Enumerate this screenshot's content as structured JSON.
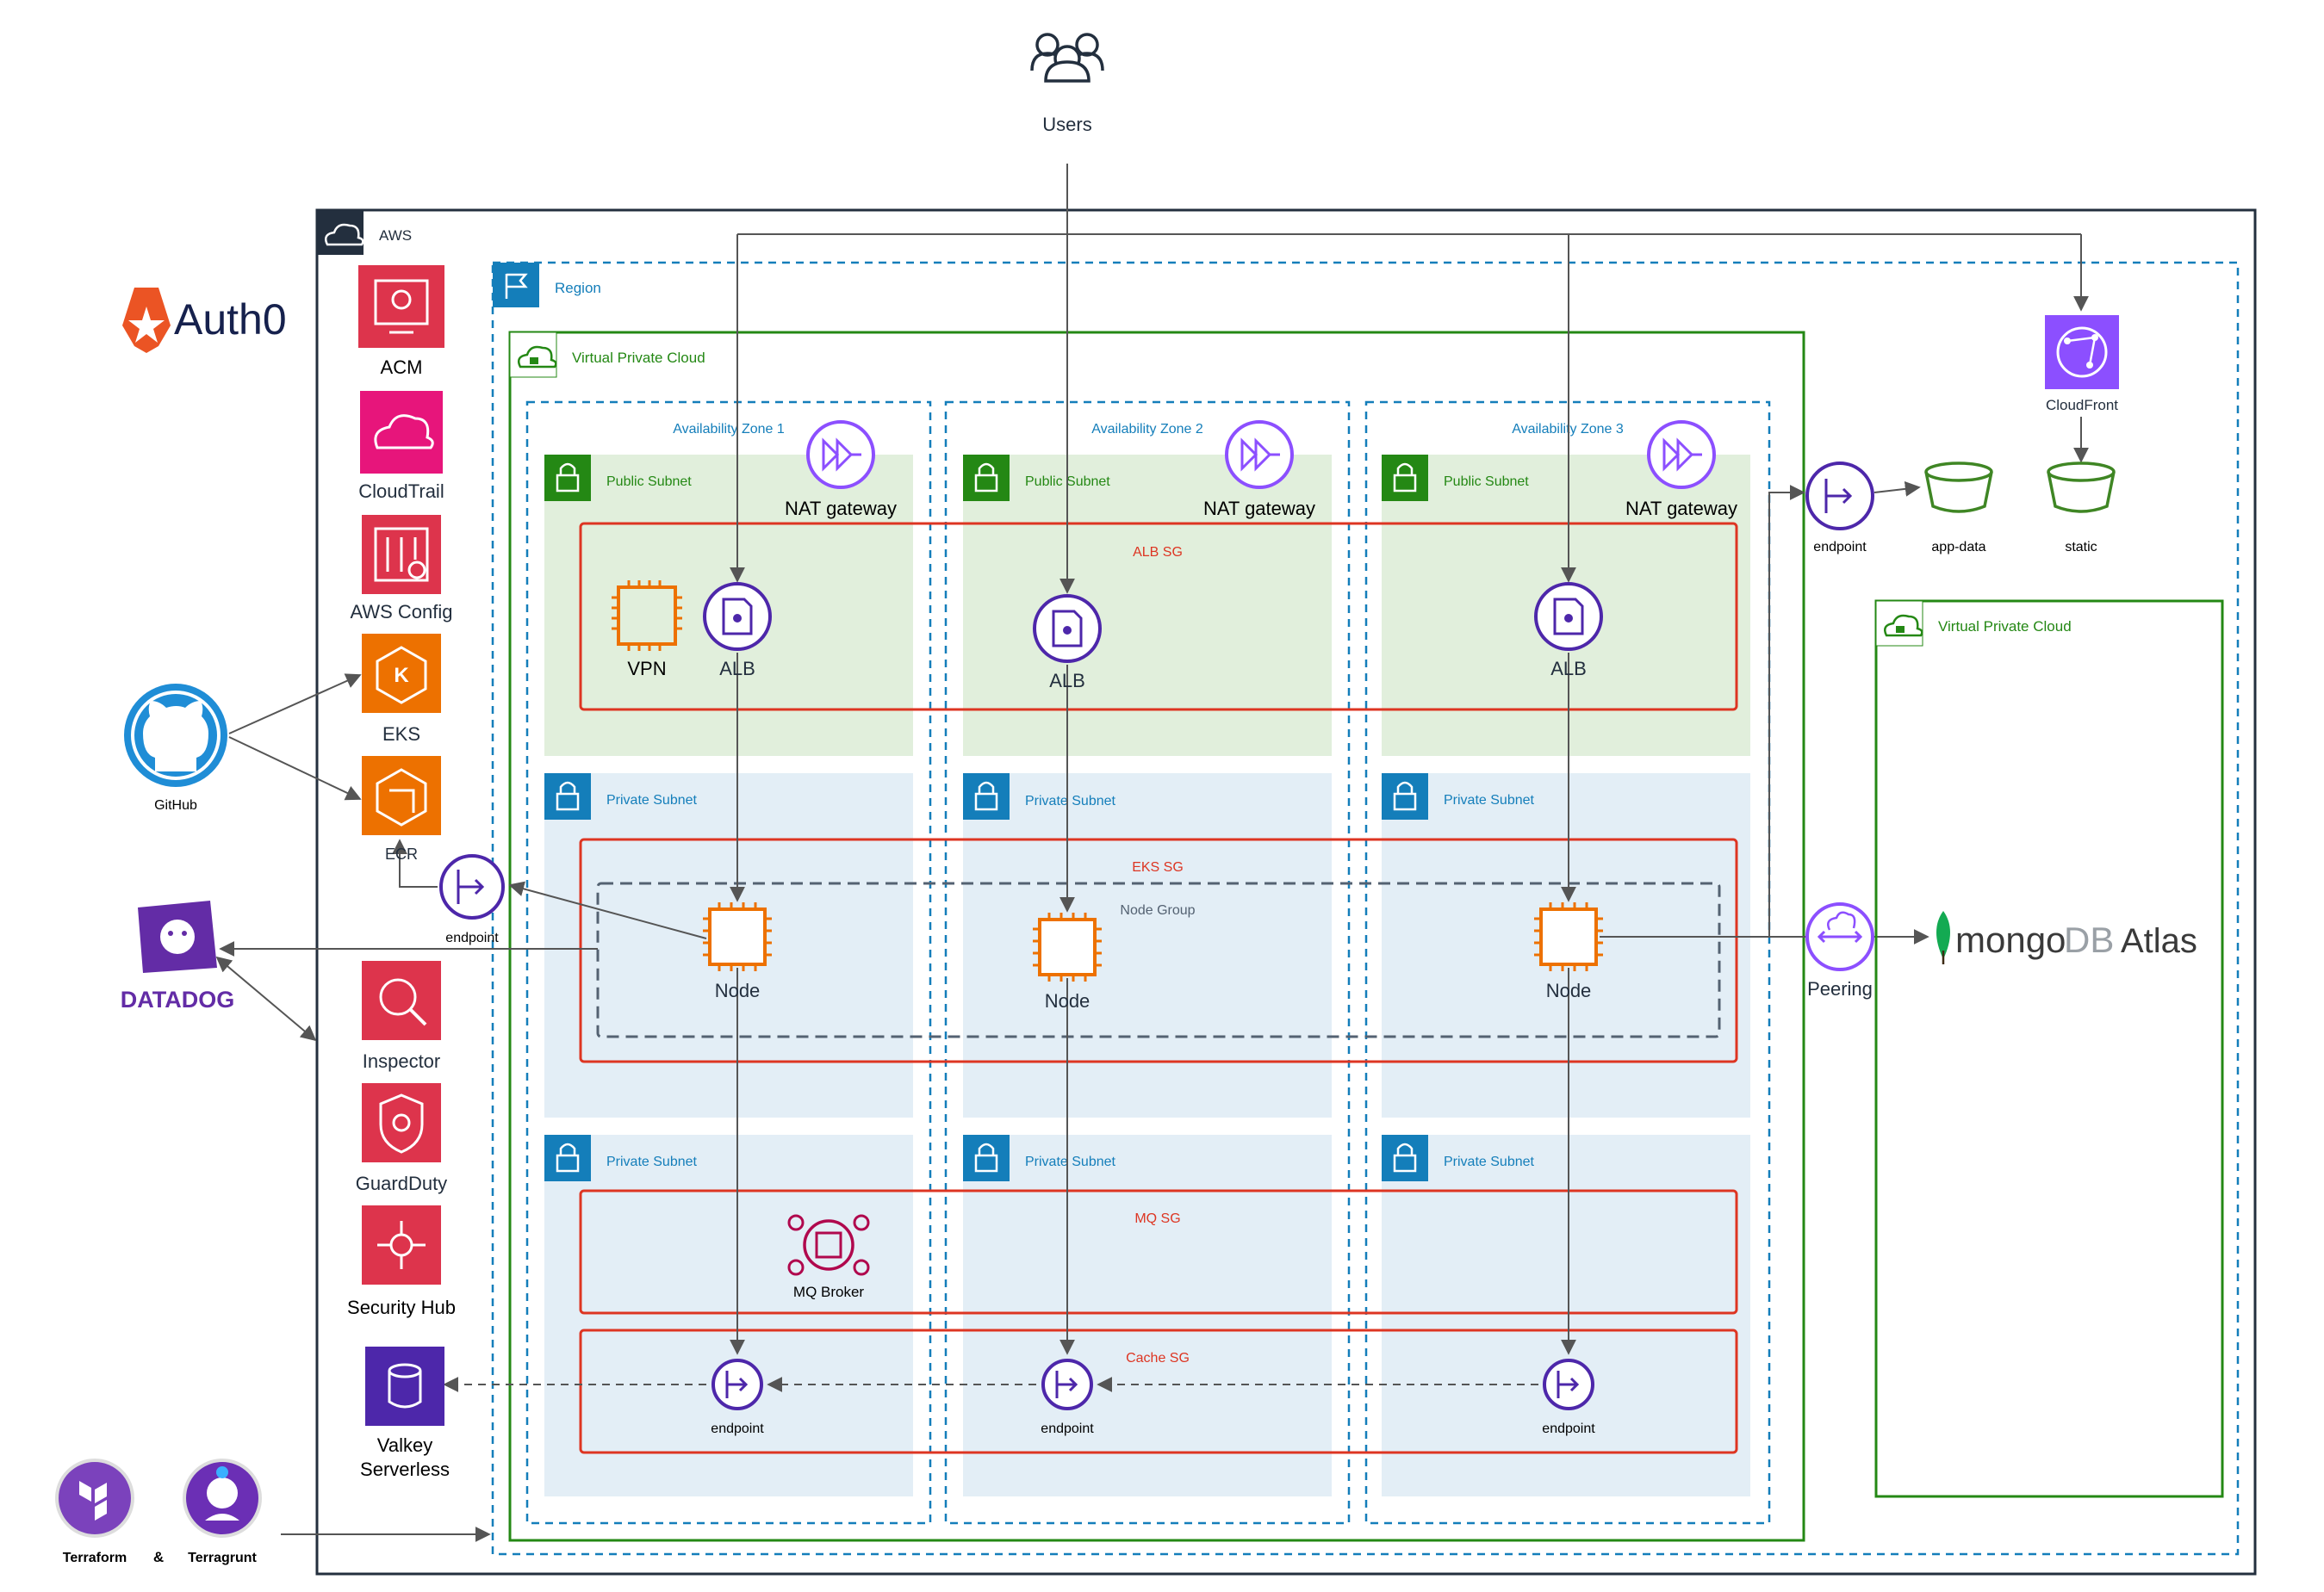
{
  "users": {
    "label": "Users"
  },
  "aws": {
    "label": "AWS"
  },
  "region": {
    "label": "Region"
  },
  "vpc_main": {
    "label": "Virtual Private Cloud"
  },
  "vpc_mongo": {
    "label": "Virtual Private Cloud"
  },
  "azs": [
    {
      "label": "Availability Zone 1"
    },
    {
      "label": "Availability Zone 2"
    },
    {
      "label": "Availability Zone 3"
    }
  ],
  "subnets": {
    "public": "Public Subnet",
    "private": "Private Subnet"
  },
  "nat": {
    "label": "NAT gateway"
  },
  "alb": {
    "label": "ALB"
  },
  "vpn": {
    "label": "VPN"
  },
  "node": {
    "label": "Node"
  },
  "node_group": {
    "label": "Node Group"
  },
  "sg": {
    "alb": "ALB SG",
    "eks": "EKS SG",
    "mq": "MQ SG",
    "cache": "Cache SG"
  },
  "mq_broker": {
    "label": "MQ Broker"
  },
  "endpoint": {
    "label": "endpoint"
  },
  "services": {
    "acm": "ACM",
    "cloudtrail": "CloudTrail",
    "aws_config": "AWS Config",
    "eks": "EKS",
    "ecr": "ECR",
    "inspector": "Inspector",
    "guardduty": "GuardDuty",
    "security_hub": "Security Hub",
    "valkey_line1": "Valkey",
    "valkey_line2": "Serverless"
  },
  "cloudfront": {
    "label": "CloudFront"
  },
  "buckets": {
    "app_data": "app-data",
    "static": "static"
  },
  "peering": {
    "label": "Peering"
  },
  "external": {
    "auth0": "Auth0",
    "github": "GitHub",
    "datadog": "DATADOG",
    "terraform": "Terraform",
    "ampersand": "&",
    "terragrunt": "Terragrunt",
    "mongo_word": "mongo",
    "mongo_db": "DB",
    "mongo_atlas": "Atlas"
  },
  "colors": {
    "aws_dark": "#232f3e",
    "region_blue": "#147eba",
    "vpc_green": "#248814",
    "public_fill": "#e1efdc",
    "private_fill": "#e3eef6",
    "sg_red": "#dd3522",
    "compute_orange": "#ed7100",
    "network_purple": "#8c4fff",
    "security_red": "#dd344c",
    "mgmt_pink": "#e7157b",
    "storage_green": "#3f8624",
    "db_blue": "#4d27aa",
    "datadog_purple": "#632ca6",
    "github_blue": "#1f8dd6",
    "auth0_orange": "#eb5424",
    "mongo_green": "#13aa52"
  }
}
